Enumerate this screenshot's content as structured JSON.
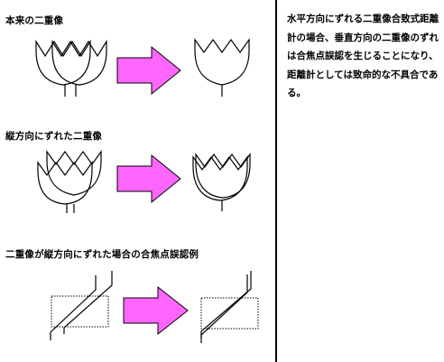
{
  "figure": {
    "section_labels": [
      "本来の二重像",
      "縦方向にずれた二重像",
      "二重像が縦方向にずれた場合の合焦点誤認例"
    ],
    "explanation": "水平方向にずれる二重像合致式距離計の場合、垂直方向の二重像のずれは合焦点誤認を生じることになり、距離計としては致命的な不具合である。",
    "colors": {
      "arrow_fill": "#ff66ff",
      "line": "#000000",
      "background": "#ffffff"
    }
  }
}
